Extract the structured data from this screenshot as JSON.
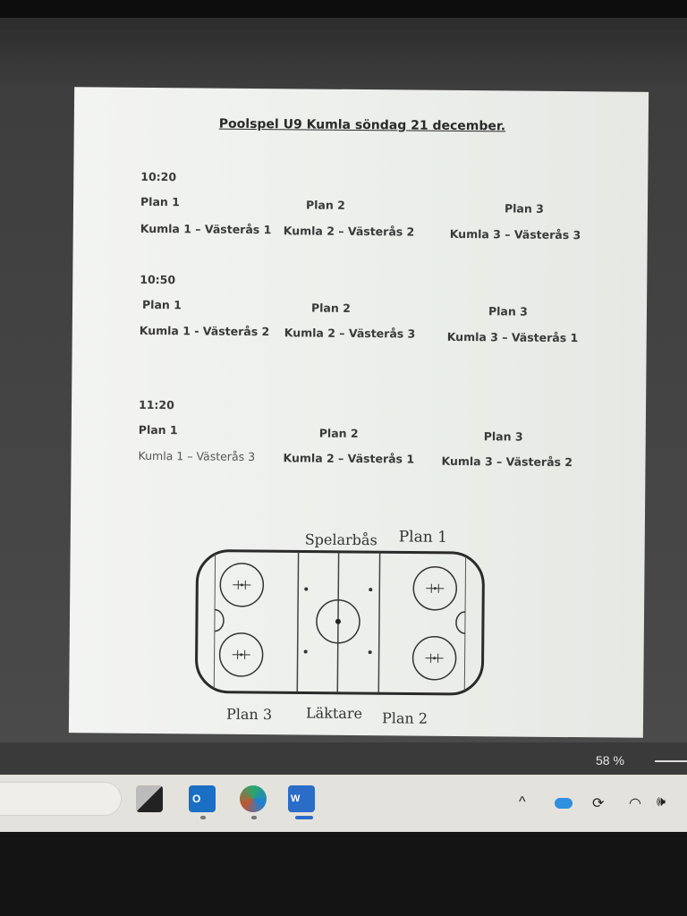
{
  "document": {
    "title": "Poolspel U9 Kumla söndag 21 december.",
    "slots": [
      {
        "time": "10:20",
        "fields": [
          {
            "plan": "Plan 1",
            "match": "Kumla 1 – Västerås 1"
          },
          {
            "plan": "Plan 2",
            "match": "Kumla 2 – Västerås 2"
          },
          {
            "plan": "Plan 3",
            "match": "Kumla 3 – Västerås 3"
          }
        ]
      },
      {
        "time": "10:50",
        "fields": [
          {
            "plan": "Plan 1",
            "match": "Kumla 1  - Västerås 2"
          },
          {
            "plan": "Plan 2",
            "match": "Kumla 2 – Västerås 3"
          },
          {
            "plan": "Plan 3",
            "match": "Kumla 3 – Västerås 1"
          }
        ]
      },
      {
        "time": "11:20",
        "fields": [
          {
            "plan": "Plan 1",
            "match": "Kumla 1 – Västerås 3"
          },
          {
            "plan": "Plan 2",
            "match": "Kumla 2 – Västerås 1"
          },
          {
            "plan": "Plan 3",
            "match": "Kumla 3 – Västerås 2"
          }
        ]
      }
    ],
    "rink": {
      "top_left_label": "Spelarbås",
      "top_right_label": "Plan 1",
      "bottom_left_label": "Plan 3",
      "bottom_center_label": "Läktare",
      "bottom_right_label": "Plan 2"
    }
  },
  "statusbar": {
    "zoom": "58 %"
  },
  "taskbar": {
    "apps": [
      "file-explorer",
      "outlook",
      "edge",
      "word"
    ],
    "tray": [
      "chevron-up",
      "onedrive",
      "sync",
      "wifi",
      "volume"
    ]
  }
}
